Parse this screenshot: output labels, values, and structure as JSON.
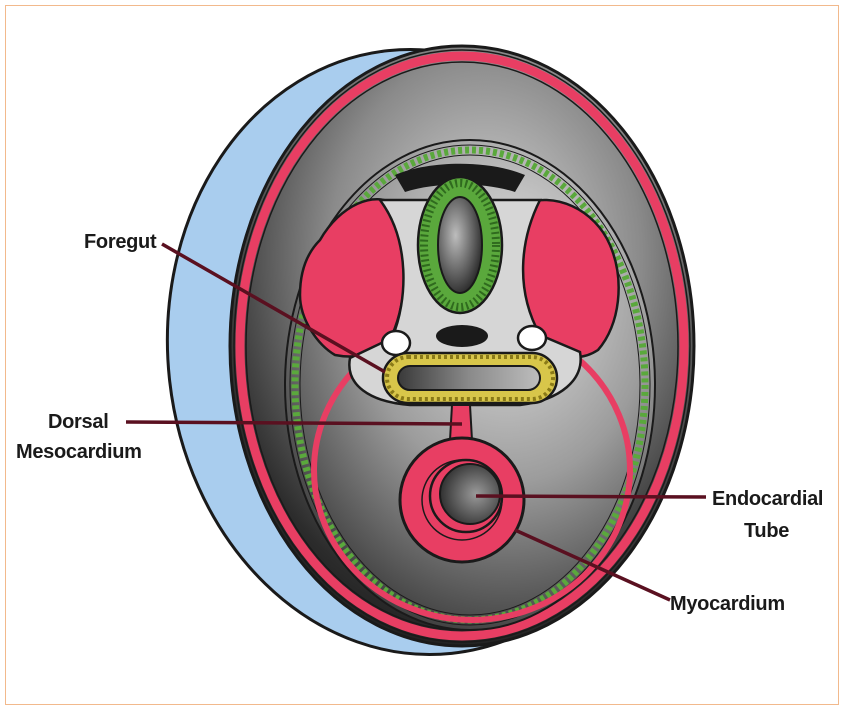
{
  "labels": {
    "foregut": "Foregut",
    "dorsal_mesocardium_line1": "Dorsal",
    "dorsal_mesocardium_line2": "Mesocardium",
    "endocardial_tube_line1": "Endocardial",
    "endocardial_tube_line2": "Tube",
    "myocardium": "Myocardium"
  },
  "colors": {
    "frame_border": "#f2b98c",
    "amnion_blue": "#a9cdee",
    "mesoderm_pink": "#e83e63",
    "ectoderm_green": "#5aa83c",
    "endoderm_yellow": "#d8c64a",
    "leader_line": "#5a1020"
  }
}
